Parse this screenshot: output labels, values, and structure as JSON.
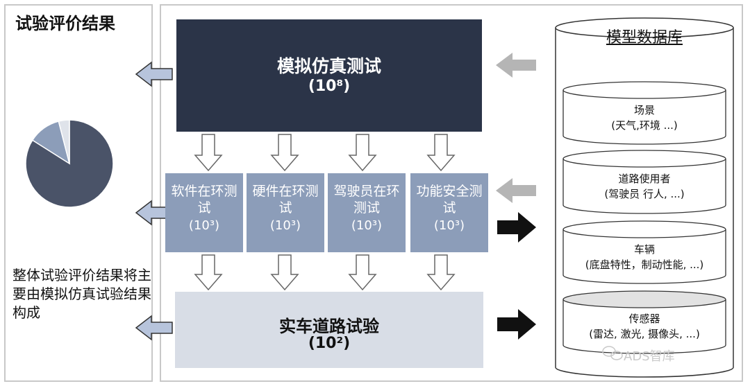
{
  "left": {
    "title": "试验评价结果",
    "summary": "整体试验评价结果将主要由模拟仿真试验结果构成"
  },
  "simulation": {
    "label": "模拟仿真测试",
    "exponent": "(10⁸)"
  },
  "tests": [
    {
      "label": "软件在环测试",
      "exponent": "(10³)"
    },
    {
      "label": "硬件在环测试",
      "exponent": "(10³)"
    },
    {
      "label": "驾驶员在环测试",
      "exponent": "(10³)"
    },
    {
      "label": "功能安全测试",
      "exponent": "(10³)"
    }
  ],
  "road": {
    "label": "实车道路试验",
    "exponent": "(10²)"
  },
  "database": {
    "title": "模型数据库",
    "items": [
      {
        "label": "场景",
        "detail": "(天气,环境 ...)"
      },
      {
        "label": "道路使用者",
        "detail": "(驾驶员 行人, ...)"
      },
      {
        "label": "车辆",
        "detail": "(底盘特性，制动性能, ...)"
      },
      {
        "label": "传感器",
        "detail": "(雷达, 激光, 摄像头, ...)"
      }
    ]
  },
  "pie": {
    "values": [
      84,
      12,
      4
    ],
    "colors": [
      "#4a5368",
      "#8c9db9",
      "#dfe3ea"
    ]
  },
  "watermark": "ADS智库"
}
